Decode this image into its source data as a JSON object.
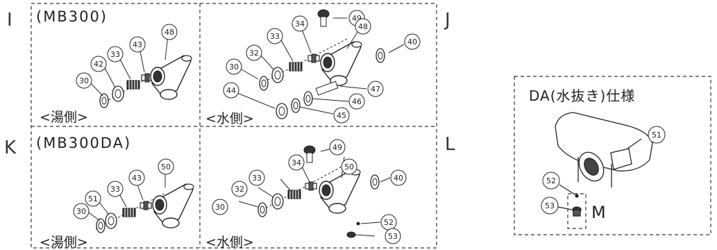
{
  "panels": {
    "I": {
      "letter": "I",
      "title": "(MB300)",
      "side_label": "<湯側>",
      "callouts": [
        "30",
        "42",
        "33",
        "43",
        "48"
      ]
    },
    "J": {
      "letter": "J",
      "side_label": "<水側>",
      "callouts": [
        "49",
        "48",
        "34",
        "33",
        "32",
        "30",
        "40",
        "44",
        "47",
        "46",
        "45"
      ]
    },
    "K": {
      "letter": "K",
      "title": "(MB300DA)",
      "side_label": "<湯側>",
      "callouts": [
        "30",
        "51",
        "33",
        "43",
        "50"
      ]
    },
    "L": {
      "letter": "L",
      "side_label": "<水側>",
      "callouts": [
        "49",
        "50",
        "34",
        "33",
        "32",
        "30",
        "40",
        "52",
        "53"
      ]
    },
    "DA": {
      "title": "DA(水抜き)仕様",
      "detail_letter": "M",
      "callouts": [
        "51",
        "52",
        "53"
      ]
    }
  }
}
